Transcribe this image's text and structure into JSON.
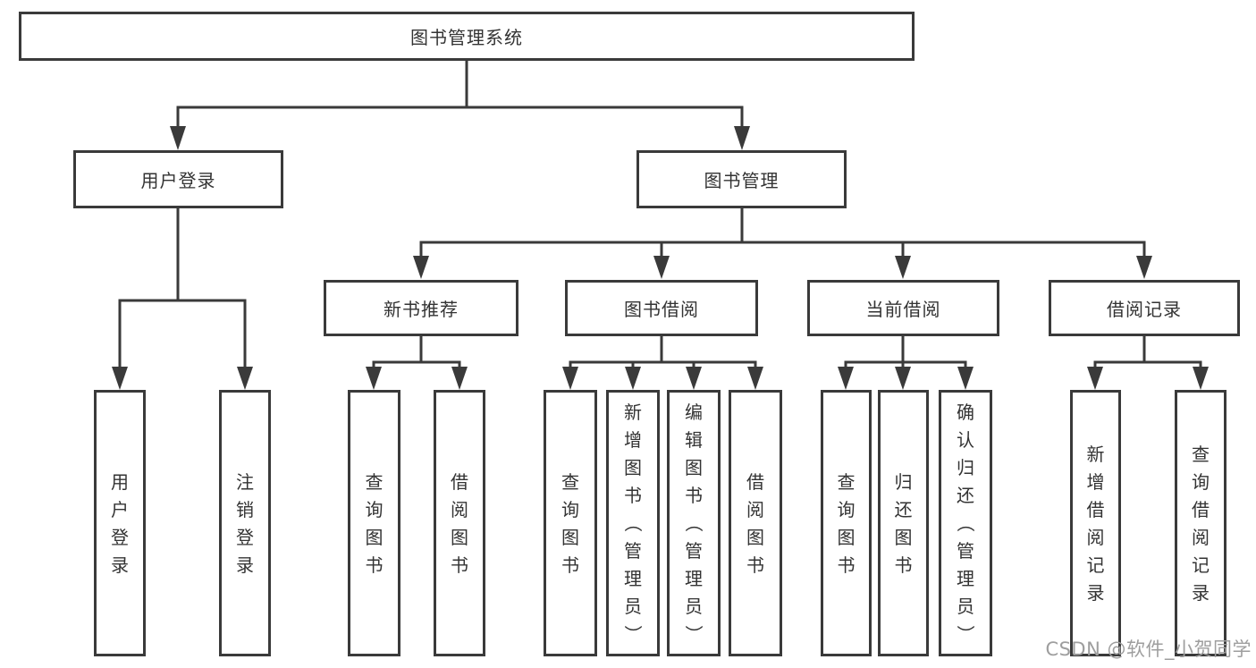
{
  "diagram": {
    "root": {
      "label": "图书管理系统"
    },
    "branches": [
      {
        "label": "用户登录",
        "children": [
          {
            "label": "用户登录"
          },
          {
            "label": "注销登录"
          }
        ]
      },
      {
        "label": "图书管理",
        "groups": [
          {
            "label": "新书推荐",
            "children": [
              {
                "label": "查询图书"
              },
              {
                "label": "借阅图书"
              }
            ]
          },
          {
            "label": "图书借阅",
            "children": [
              {
                "label": "查询图书"
              },
              {
                "label": "新增图书（管理员）"
              },
              {
                "label": "编辑图书（管理员）"
              },
              {
                "label": "借阅图书"
              }
            ]
          },
          {
            "label": "当前借阅",
            "children": [
              {
                "label": "查询图书"
              },
              {
                "label": "归还图书"
              },
              {
                "label": "确认归还（管理员）"
              }
            ]
          },
          {
            "label": "借阅记录",
            "children": [
              {
                "label": "新增借阅记录"
              },
              {
                "label": "查询借阅记录"
              }
            ]
          }
        ]
      }
    ]
  },
  "watermark": {
    "text": "CSDN @软件_小贺同学"
  },
  "colors": {
    "line": "#3a3a3a",
    "text": "#333333",
    "watermark": "#9e9e9e"
  }
}
